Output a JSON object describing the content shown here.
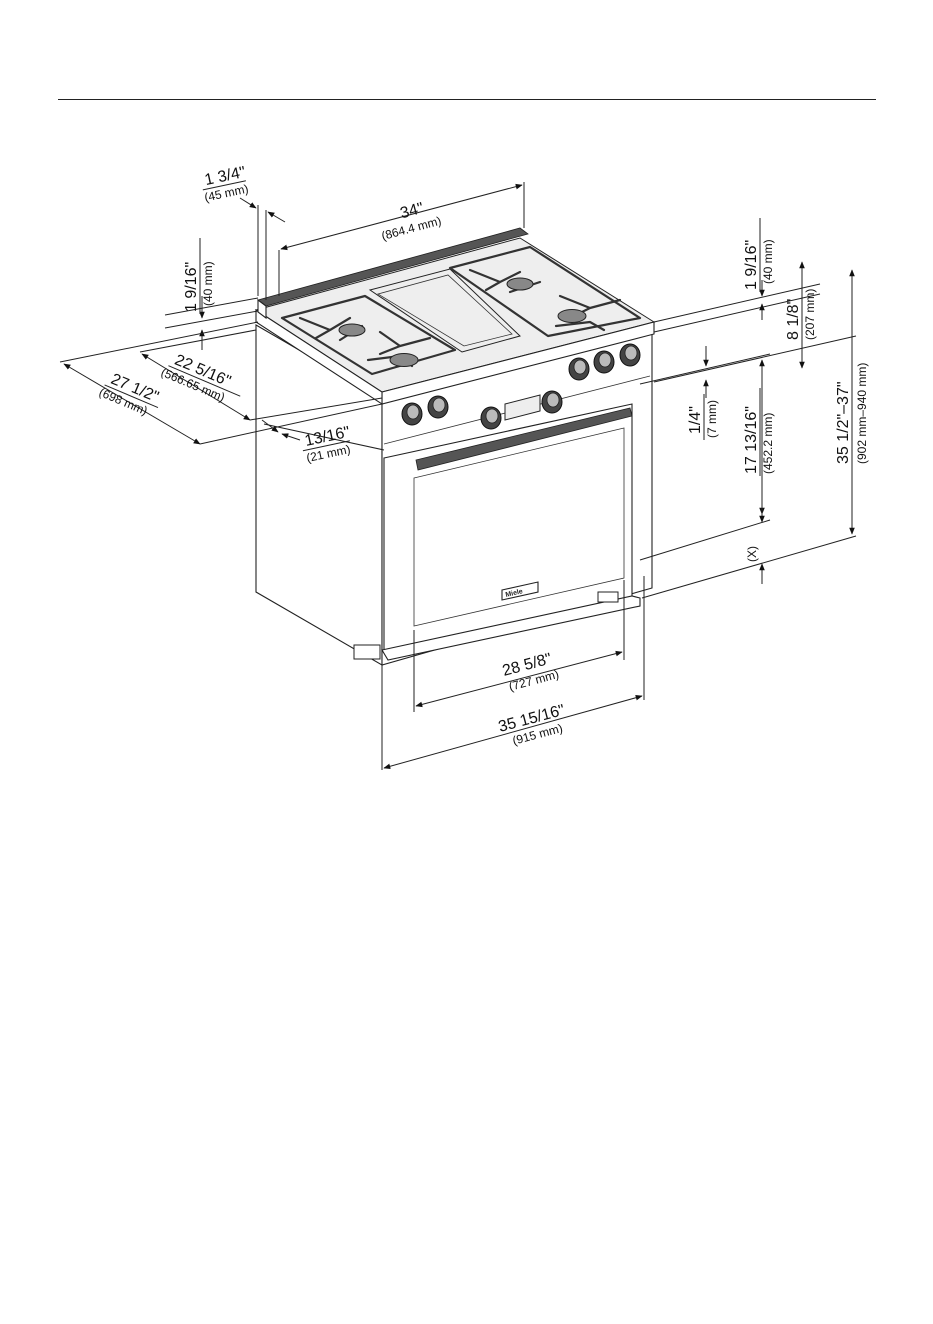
{
  "dimensions": {
    "top_depth_offset": {
      "inch": "1 3/4\"",
      "mm": "(45 mm)"
    },
    "width_top": {
      "inch": "34\"",
      "mm": "(864.4 mm)"
    },
    "backguard_height_left": {
      "inch": "1 9/16\"",
      "mm": "(40 mm)"
    },
    "backguard_height_right": {
      "inch": "1 9/16\"",
      "mm": "(40 mm)"
    },
    "cooktop_height": {
      "inch": "8 1/8\"",
      "mm": "(207 mm)"
    },
    "total_height": {
      "inch": "35 1/2\"–37\"",
      "mm": "(902 mm–940 mm)"
    },
    "cabinet_depth": {
      "inch": "22 5/16\"",
      "mm": "(566.65 mm)"
    },
    "overall_depth": {
      "inch": "27 1/2\"",
      "mm": "(698 mm)"
    },
    "door_depth": {
      "inch": "13/16\"",
      "mm": "(21 mm)"
    },
    "panel_gap": {
      "inch": "1/4\"",
      "mm": "(7 mm)"
    },
    "oven_height": {
      "inch": "17 13/16\"",
      "mm": "(452.2 mm)"
    },
    "leveling_height": {
      "label": "(X)"
    },
    "oven_width": {
      "inch": "28 5/8\"",
      "mm": "(727 mm)"
    },
    "overall_width": {
      "inch": "35 15/16\"",
      "mm": "(915 mm)"
    }
  },
  "brand_plate": "Miele"
}
